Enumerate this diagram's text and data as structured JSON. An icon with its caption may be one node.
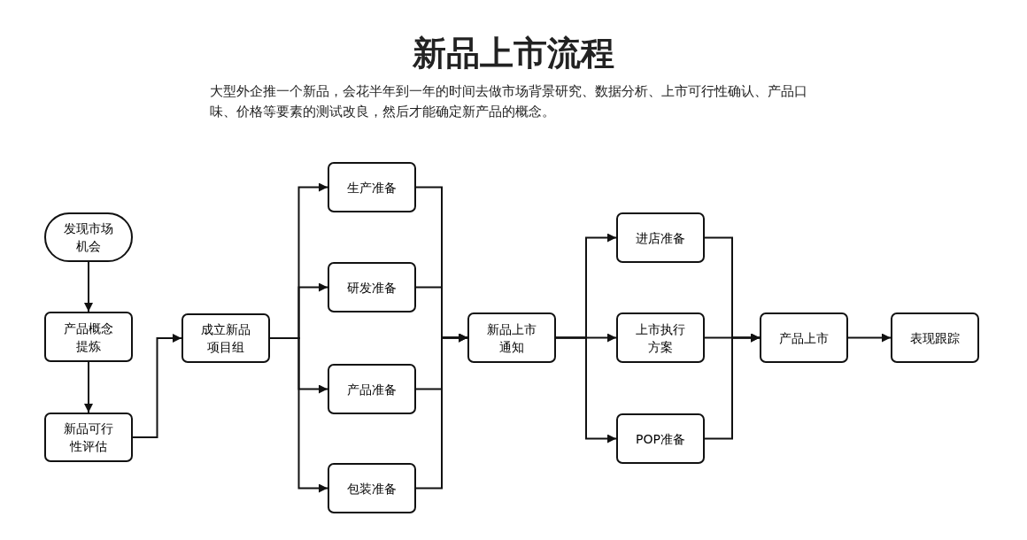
{
  "diagram": {
    "title": "新品上市流程",
    "nodes": [
      {
        "text": [
          "发现市场机会"
        ]
      },
      {
        "text": [
          "产品概念提炼"
        ]
      },
      {
        "text": [
          "新品可行性评估"
        ]
      },
      {
        "text": [
          "成立新品项目组"
        ]
      },
      {
        "text": [
          "生产准备"
        ]
      },
      {
        "text": [
          "研发准备"
        ]
      },
      {
        "text": [
          "产品准备"
        ]
      },
      {
        "text": [
          "包装准备"
        ]
      },
      {
        "text": [
          "新品上市通知"
        ]
      },
      {
        "text": [
          "进店准备"
        ]
      },
      {
        "text": [
          "上市执行方案"
        ]
      },
      {
        "text": [
          "POP准备"
        ]
      },
      {
        "text": [
          "产品上市"
        ]
      },
      {
        "text": [
          "表现跟踪"
        ]
      }
    ],
    "edges": [
      {
        "from": 0,
        "to": 1,
        "arrow": "to"
      },
      {
        "from": 1,
        "to": 2,
        "arrow": "to"
      },
      {
        "from": 2,
        "to": 3,
        "arrow": "to"
      },
      {
        "from": 3,
        "to": 4,
        "arrow": "to"
      },
      {
        "from": 3,
        "to": 5,
        "arrow": "to"
      },
      {
        "from": 3,
        "to": 6,
        "arrow": "to"
      },
      {
        "from": 3,
        "to": 7,
        "arrow": "to"
      },
      {
        "from": 4,
        "to": 8,
        "arrow": "to"
      },
      {
        "from": 5,
        "to": 8,
        "arrow": "to"
      },
      {
        "from": 6,
        "to": 8,
        "arrow": "to"
      },
      {
        "from": 7,
        "to": 8,
        "arrow": "to"
      },
      {
        "from": 8,
        "to": 9,
        "arrow": "to"
      },
      {
        "from": 8,
        "to": 10,
        "arrow": "to"
      },
      {
        "from": 8,
        "to": 11,
        "arrow": "to"
      },
      {
        "from": 9,
        "to": 12,
        "arrow": "to"
      },
      {
        "from": 10,
        "to": 12,
        "arrow": "to"
      },
      {
        "from": 11,
        "to": 12,
        "arrow": "to"
      },
      {
        "from": 12,
        "to": 13,
        "arrow": "to"
      }
    ],
    "labels": [
      "大型外企推一个新品，会花半年到一年的时间去做市场背景研究、数据分析、上市可行性确认、产品口味、价格等要素的测试改良，然后才能确定新产品的概念。"
    ]
  }
}
